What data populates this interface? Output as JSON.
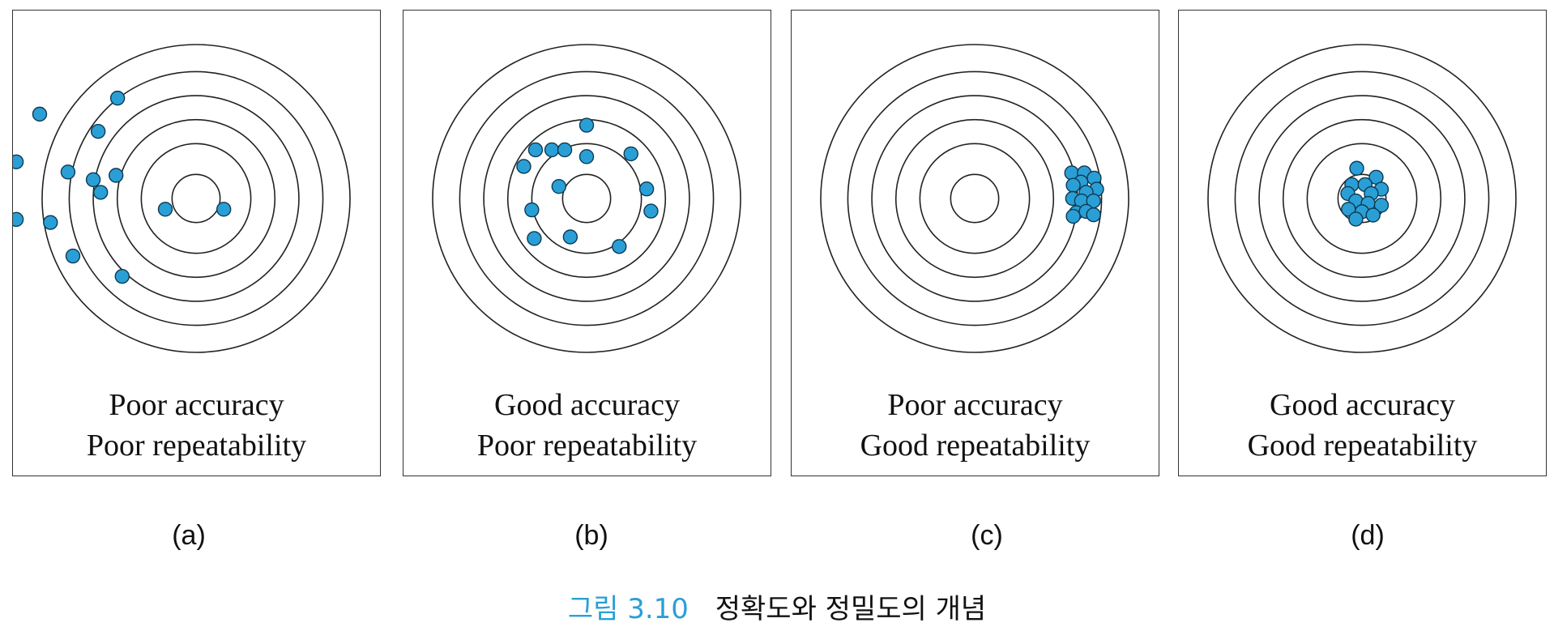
{
  "panels": [
    {
      "label": "(a)",
      "caption_line1": "Poor accuracy",
      "caption_line2": "Poor repeatability",
      "accuracy": "poor",
      "repeatability": "poor",
      "hits": [
        [
          -2.55,
          -3.26
        ],
        [
          -5.08,
          -2.74
        ],
        [
          -3.18,
          -2.18
        ],
        [
          -3.34,
          -0.61
        ],
        [
          -2.6,
          -0.75
        ],
        [
          -5.84,
          -1.19
        ],
        [
          -4.16,
          -0.86
        ],
        [
          -3.1,
          -0.2
        ],
        [
          -5.84,
          0.68
        ],
        [
          -4.73,
          0.78
        ],
        [
          -1.0,
          0.35
        ],
        [
          0.9,
          0.35
        ],
        [
          -4.0,
          1.87
        ],
        [
          -2.4,
          2.53
        ]
      ]
    },
    {
      "label": "(b)",
      "caption_line1": "Good accuracy",
      "caption_line2": "Poor repeatability",
      "accuracy": "good",
      "repeatability": "poor",
      "hits": [
        [
          0.0,
          -2.38
        ],
        [
          -1.66,
          -1.58
        ],
        [
          -1.13,
          -1.58
        ],
        [
          -0.71,
          -1.58
        ],
        [
          0.0,
          -1.36
        ],
        [
          1.44,
          -1.45
        ],
        [
          -2.04,
          -1.04
        ],
        [
          1.95,
          -0.31
        ],
        [
          -0.9,
          -0.39
        ],
        [
          -1.78,
          0.37
        ],
        [
          2.09,
          0.41
        ],
        [
          -1.7,
          1.3
        ],
        [
          -0.53,
          1.25
        ],
        [
          1.06,
          1.56
        ]
      ]
    },
    {
      "label": "(c)",
      "caption_line1": "Poor accuracy",
      "caption_line2": "Good repeatability",
      "accuracy": "poor",
      "repeatability": "good",
      "hits": [
        [
          3.15,
          -0.83
        ],
        [
          3.56,
          -0.83
        ],
        [
          3.88,
          -0.66
        ],
        [
          3.45,
          -0.53
        ],
        [
          3.2,
          -0.43
        ],
        [
          3.96,
          -0.3
        ],
        [
          3.62,
          -0.2
        ],
        [
          3.18,
          0.0
        ],
        [
          3.47,
          0.08
        ],
        [
          3.86,
          0.08
        ],
        [
          3.3,
          0.46
        ],
        [
          3.62,
          0.42
        ],
        [
          3.2,
          0.58
        ],
        [
          3.86,
          0.53
        ]
      ]
    },
    {
      "label": "(d)",
      "caption_line1": "Good accuracy",
      "caption_line2": "Good repeatability",
      "accuracy": "good",
      "repeatability": "good",
      "hits": [
        [
          -0.17,
          -0.98
        ],
        [
          0.46,
          -0.69
        ],
        [
          -0.33,
          -0.45
        ],
        [
          0.1,
          -0.45
        ],
        [
          0.63,
          -0.3
        ],
        [
          -0.46,
          -0.16
        ],
        [
          0.3,
          -0.16
        ],
        [
          -0.2,
          0.08
        ],
        [
          0.2,
          0.16
        ],
        [
          0.63,
          0.22
        ],
        [
          -0.44,
          0.35
        ],
        [
          0.0,
          0.43
        ],
        [
          0.36,
          0.54
        ],
        [
          -0.2,
          0.67
        ]
      ]
    }
  ],
  "figure_caption": {
    "number": "그림 3.10",
    "title": "정확도와 정밀도의 개념"
  },
  "colors": {
    "hit_fill": "#2a9fd6",
    "hit_stroke": "#0d3a52",
    "ring": "#222222",
    "caption_accent": "#2a9fd6"
  }
}
